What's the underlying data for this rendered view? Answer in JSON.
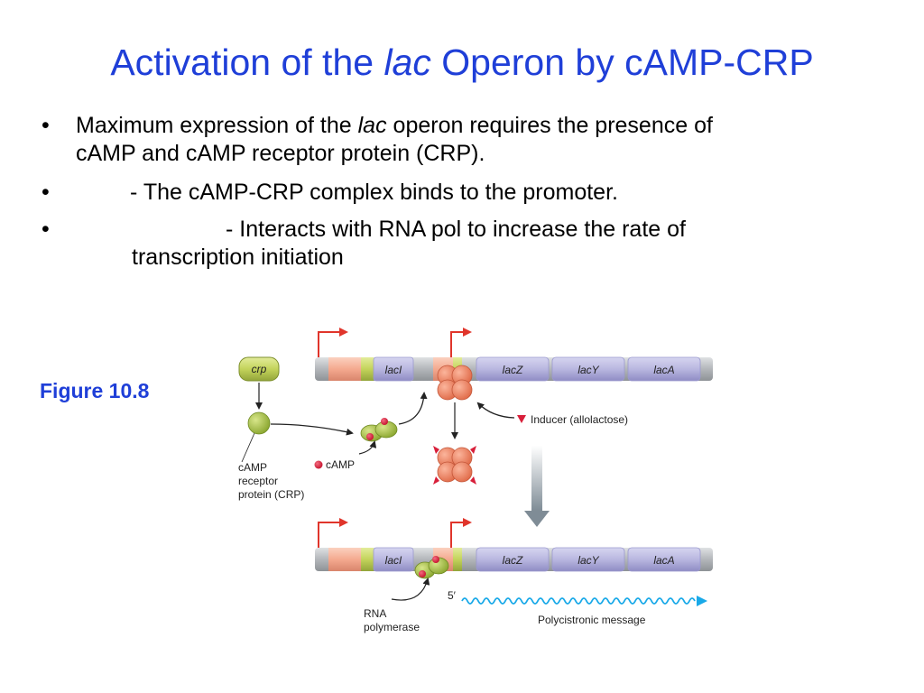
{
  "slide": {
    "title_part1": "Activation of the ",
    "title_italic": "lac",
    "title_part2": " Operon by cAMP-CRP"
  },
  "bullets": [
    {
      "symbol": "•",
      "line1_a": "Maximum expression of the ",
      "line1_italic": "lac",
      "line1_b": " operon requires the presence of",
      "line2": "cAMP and cAMP receptor protein (CRP)."
    },
    {
      "symbol": "•",
      "text": "- The cAMP-CRP complex binds to the promoter."
    },
    {
      "symbol": "•",
      "line1": "- Interacts with RNA pol to increase the rate of",
      "line2": "transcription initiation"
    }
  ],
  "figure_label": "Figure 10.8",
  "diagram": {
    "crp_gene": "crp",
    "genes": [
      "lacI",
      "lacZ",
      "lacY",
      "lacA"
    ],
    "inducer_label": "Inducer (allolactose)",
    "camp_label": "cAMP",
    "crp_label": [
      "cAMP",
      "receptor",
      "protein (CRP)"
    ],
    "rna_pol_label": [
      "RNA",
      "polymerase"
    ],
    "five_prime": "5′",
    "message_label": "Polycistronic message",
    "colors": {
      "dna_gray": "#b9bcc0",
      "promoter_pink": "#f4a98f",
      "operator_green": "#c3d35b",
      "gene_lavender": "#b9b7e0",
      "promoter_arrow": "#e0352b",
      "repressor": "#ee7a5a",
      "crp_green": "#a4bf3c",
      "camp_red": "#d81f3a",
      "flow_arrow": "#7f8c96",
      "mrna_blue": "#19a9e8"
    }
  }
}
